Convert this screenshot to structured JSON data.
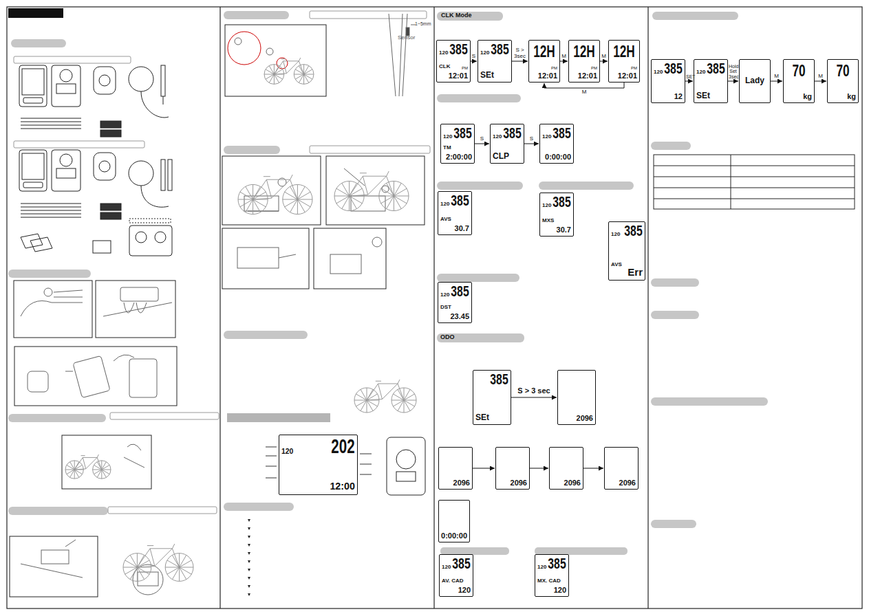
{
  "diagram": {
    "nodes": [
      {
        "text": [
          "120",
          "385",
          "CLK",
          "PM",
          "12:01"
        ]
      },
      {
        "text": [
          "120",
          "385",
          "SEt"
        ]
      },
      {
        "text": [
          "12H",
          "PM",
          "12:01"
        ]
      },
      {
        "text": [
          "12H",
          "PM",
          "12:01"
        ]
      },
      {
        "text": [
          "12H",
          "PM",
          "12:01"
        ]
      },
      {
        "text": [
          "120",
          "385",
          "TM",
          "2:00:00"
        ]
      },
      {
        "text": [
          "120",
          "385",
          "CLP"
        ]
      },
      {
        "text": [
          "120",
          "385",
          "0:00:00"
        ]
      },
      {
        "text": [
          "120",
          "385",
          "AVS",
          "30.7"
        ]
      },
      {
        "text": [
          "120",
          "385",
          "MXS",
          "30.7"
        ]
      },
      {
        "text": [
          "120",
          "385",
          "AVS",
          "Err"
        ]
      },
      {
        "text": [
          "120",
          "385",
          "DST",
          "23.45"
        ]
      },
      {
        "text": [
          "385",
          "SEt"
        ]
      },
      {
        "text": [
          "2096"
        ]
      },
      {
        "text": [
          "2096"
        ]
      },
      {
        "text": [
          "2096"
        ]
      },
      {
        "text": [
          "2096"
        ]
      },
      {
        "text": [
          "2096"
        ]
      },
      {
        "text": [
          "0:00:00"
        ]
      },
      {
        "text": [
          "120",
          "385",
          "AV. CAD",
          "120"
        ]
      },
      {
        "text": [
          "120",
          "385",
          "MX. CAD",
          "120"
        ]
      },
      {
        "text": [
          "120",
          "385",
          "12"
        ]
      },
      {
        "text": [
          "120",
          "385",
          "SEt"
        ]
      },
      {
        "text": [
          "Lady"
        ]
      },
      {
        "text": [
          "70",
          "kg"
        ]
      },
      {
        "text": [
          "70",
          "kg"
        ]
      },
      {
        "text": [
          "120",
          "202",
          "12:00"
        ]
      }
    ],
    "edges": [
      {
        "from": 0,
        "to": 1,
        "label": "S",
        "arrow": "to"
      },
      {
        "from": 1,
        "to": 2,
        "label": "S > 3sec",
        "arrow": "to"
      },
      {
        "from": 2,
        "to": 3,
        "label": "M",
        "arrow": "to"
      },
      {
        "from": 3,
        "to": 4,
        "label": "M",
        "arrow": "to"
      },
      {
        "from": 4,
        "to": 2,
        "label": "M",
        "arrow": "to"
      },
      {
        "from": 5,
        "to": 6,
        "label": "S",
        "arrow": "to"
      },
      {
        "from": 6,
        "to": 7,
        "label": "S",
        "arrow": "to"
      },
      {
        "from": 12,
        "to": 13,
        "label": "S > 3 sec",
        "arrow": "to"
      },
      {
        "from": 14,
        "to": 15,
        "arrow": "to"
      },
      {
        "from": 15,
        "to": 16,
        "arrow": "to"
      },
      {
        "from": 16,
        "to": 17,
        "arrow": "to"
      },
      {
        "from": 21,
        "to": 22,
        "label": "SET",
        "arrow": "to"
      },
      {
        "from": 22,
        "to": 23,
        "label": "Hold Set 3sec",
        "arrow": "to"
      },
      {
        "from": 23,
        "to": 24,
        "label": "M",
        "arrow": "to"
      },
      {
        "from": 24,
        "to": 25,
        "label": "M",
        "arrow": "to"
      }
    ],
    "labels": [
      "CLK Mode",
      "ODO",
      "1~5mm",
      "Sensor"
    ]
  }
}
